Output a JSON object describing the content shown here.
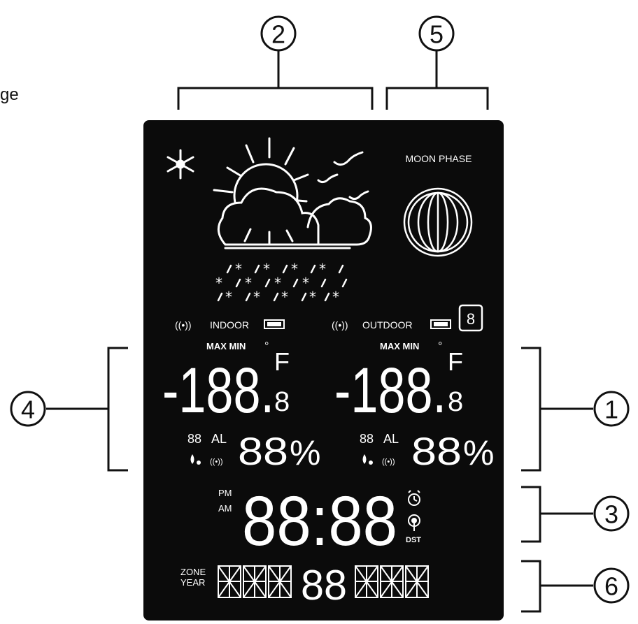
{
  "stray_text": "ge",
  "callouts": [
    {
      "id": "1",
      "label": "1"
    },
    {
      "id": "2",
      "label": "2"
    },
    {
      "id": "3",
      "label": "3"
    },
    {
      "id": "4",
      "label": "4"
    },
    {
      "id": "5",
      "label": "5"
    },
    {
      "id": "6",
      "label": "6"
    }
  ],
  "display": {
    "moon_phase_label": "MOON PHASE",
    "indoor_label": "INDOOR",
    "outdoor_label": "OUTDOOR",
    "max_min_label": "MAX MIN",
    "degree_symbol": "°",
    "temp_digits": "-188.",
    "temp_decimal": "8",
    "temp_unit_top": "F",
    "small_88": "88",
    "al_label": "AL",
    "humidity_digits": "88",
    "percent": "%",
    "pm_label": "PM",
    "am_label": "AM",
    "time_digits": "88:88",
    "dst_label": "DST",
    "zone_label": "ZONE",
    "year_label": "YEAR",
    "date_digits": "88",
    "channel_digit": "8"
  }
}
